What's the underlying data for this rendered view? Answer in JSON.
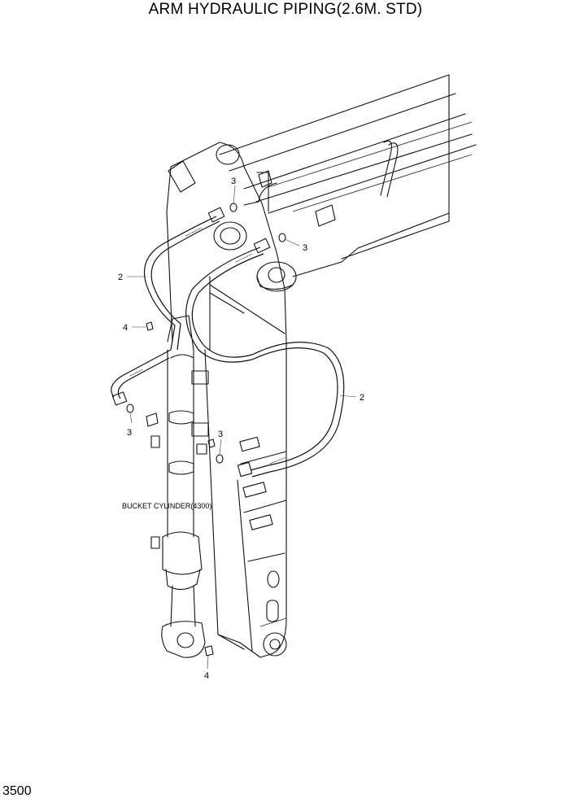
{
  "title": "ARM HYDRAULIC PIPING(2.6M. STD)",
  "page_number": "3500",
  "component_label": "BUCKET CYLINDER(4300)",
  "callouts": [
    "3",
    "3",
    "2",
    "4",
    "2",
    "3",
    "3",
    "4"
  ]
}
